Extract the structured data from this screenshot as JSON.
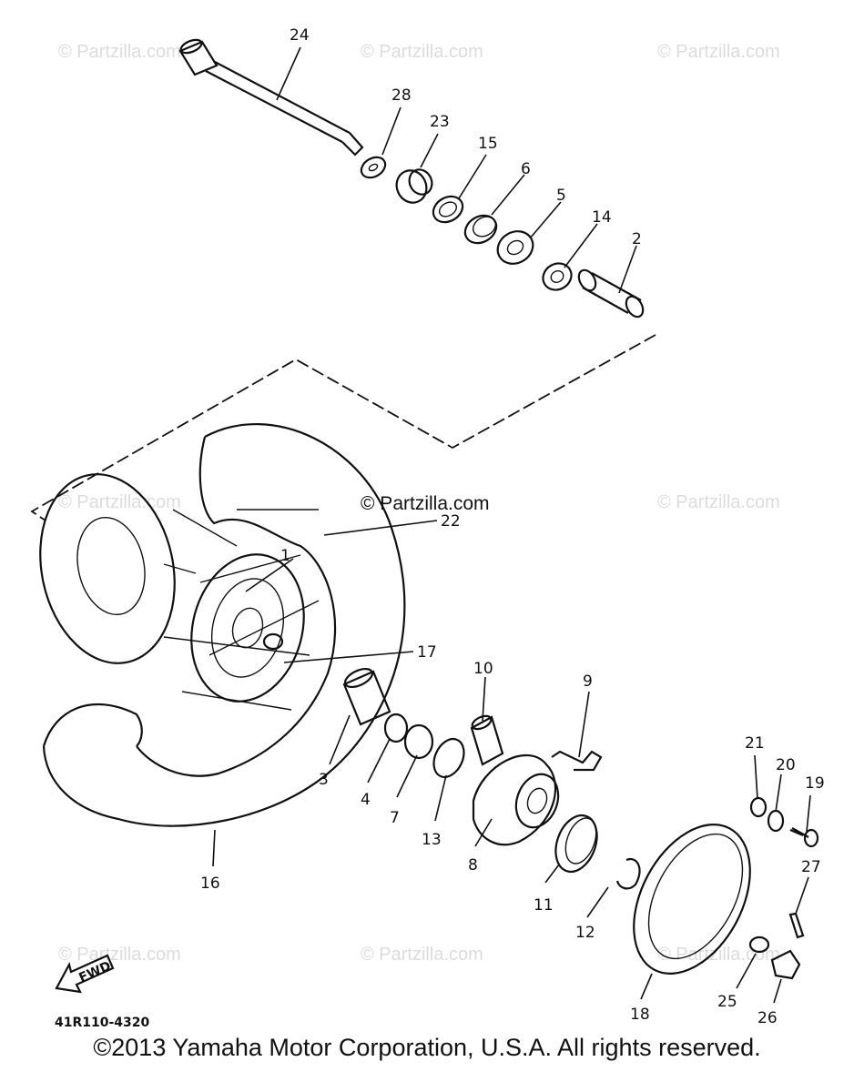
{
  "watermark": "© Partzilla.com",
  "center_watermark": "© Partzilla.com",
  "diagram_code": "41R110-4320",
  "fwd_label": "FWD",
  "copyright": "©2013 Yamaha Motor Corporation, U.S.A. All rights reserved.",
  "callouts": [
    "24",
    "28",
    "23",
    "15",
    "6",
    "5",
    "14",
    "2",
    "22",
    "1",
    "17",
    "10",
    "9",
    "3",
    "4",
    "7",
    "13",
    "8",
    "11",
    "12",
    "18",
    "21",
    "20",
    "19",
    "27",
    "25",
    "26",
    "16"
  ]
}
